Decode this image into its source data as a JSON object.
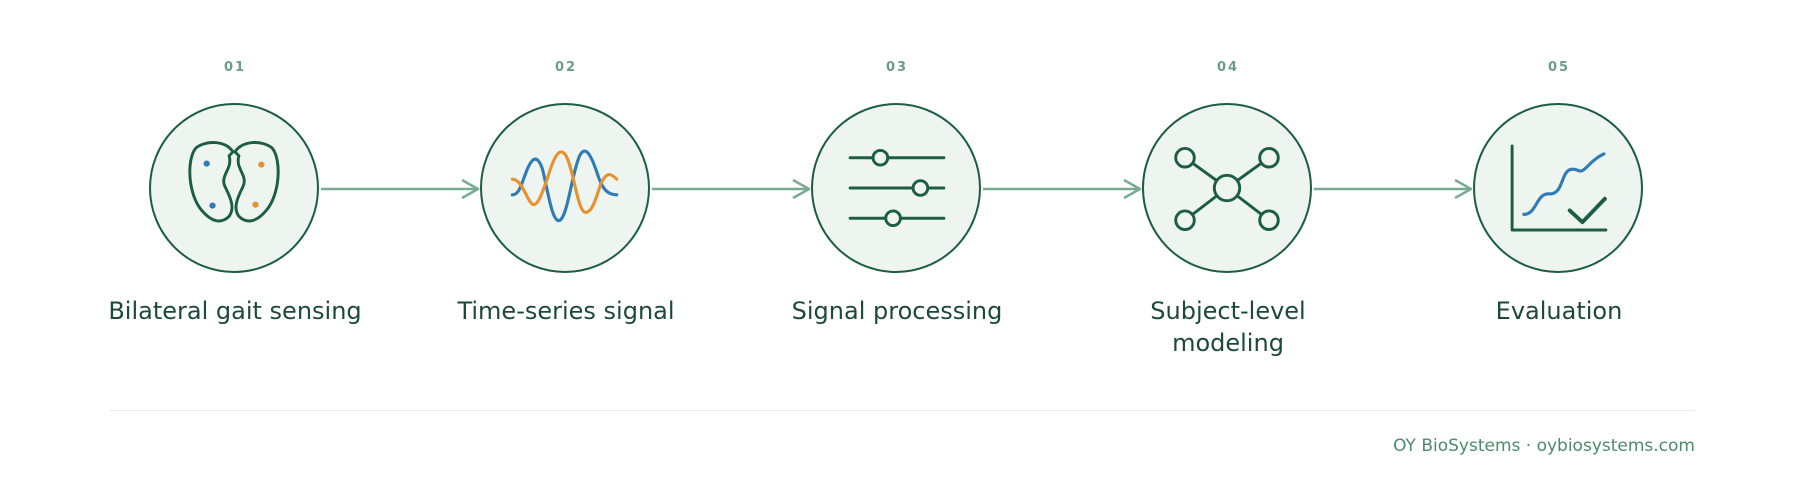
{
  "steps": [
    {
      "number": "01",
      "label": "Bilateral gait sensing",
      "icon": "bilateral-feet-sensor-icon"
    },
    {
      "number": "02",
      "label": "Time-series signal",
      "icon": "waveform-icon"
    },
    {
      "number": "03",
      "label": "Signal processing",
      "icon": "sliders-icon"
    },
    {
      "number": "04",
      "label": "Subject-level modeling",
      "icon": "network-nodes-icon"
    },
    {
      "number": "05",
      "label": "Evaluation",
      "icon": "chart-check-icon"
    }
  ],
  "footer": {
    "text": "OY BioSystems · oybiosystems.com"
  },
  "colors": {
    "dark_green": "#1b5e42",
    "arrow_green": "#7aab92",
    "blue": "#2f7bb8",
    "orange": "#e8922f",
    "circle_fill": "#eef5f0"
  }
}
